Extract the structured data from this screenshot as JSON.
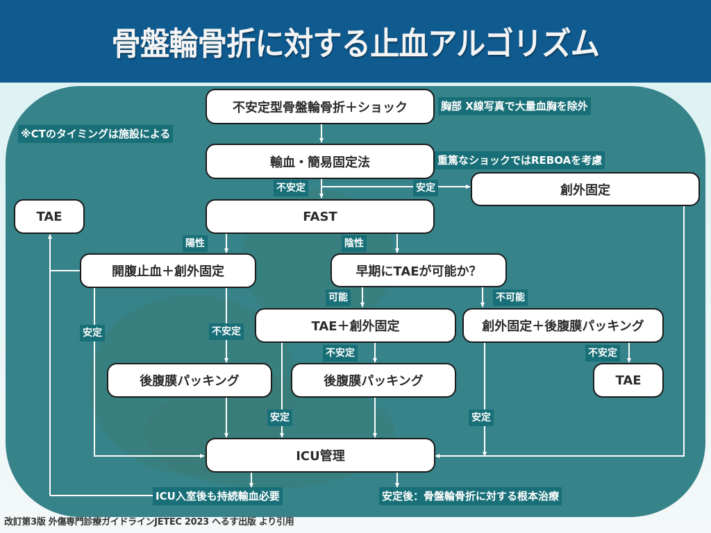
{
  "title": "骨盤輪骨折に対する止血アルゴリズム",
  "colors": {
    "header": "#0f5a8e",
    "panel": "#37838a",
    "tag": "#186f77",
    "box": "#ffffff"
  },
  "boxes": {
    "start": "不安定型骨盤輪骨折＋ショック",
    "transfusion": "輸血・簡易固定法",
    "ext_fix": "創外固定",
    "fast": "FAST",
    "tae_left": "TAE",
    "laparotomy": "開腹止血＋創外固定",
    "early_tae": "早期にTAEが可能か？",
    "tae_ext": "TAE＋創外固定",
    "ext_packing": "創外固定＋後腹膜パッキング",
    "packing_left": "後腹膜パッキング",
    "packing_mid": "後腹膜パッキング",
    "tae_right": "TAE",
    "icu": "ICU管理"
  },
  "notes": {
    "ct_timing": "※CTのタイミングは施設による",
    "chest_xray": "胸部 X線写真で大量血胸を除外",
    "reboa": "重篤なショックではREBOAを考慮",
    "icu_transfusion": "ICU入室後も持続輸血必要",
    "definitive": "安定後：骨盤輪骨折に対する根本治療"
  },
  "tags": {
    "unstable_1": "不安定",
    "stable_1": "安定",
    "positive": "陽性",
    "negative": "陰性",
    "possible": "可能",
    "impossible": "不可能",
    "stable_2": "安定",
    "unstable_2": "不安定",
    "unstable_3": "不安定",
    "unstable_4": "不安定",
    "stable_3": "安定",
    "stable_4": "安定"
  },
  "footer": "改訂第3版 外傷専門診療ガイドラインJETEC 2023 へるす出版 より引用"
}
